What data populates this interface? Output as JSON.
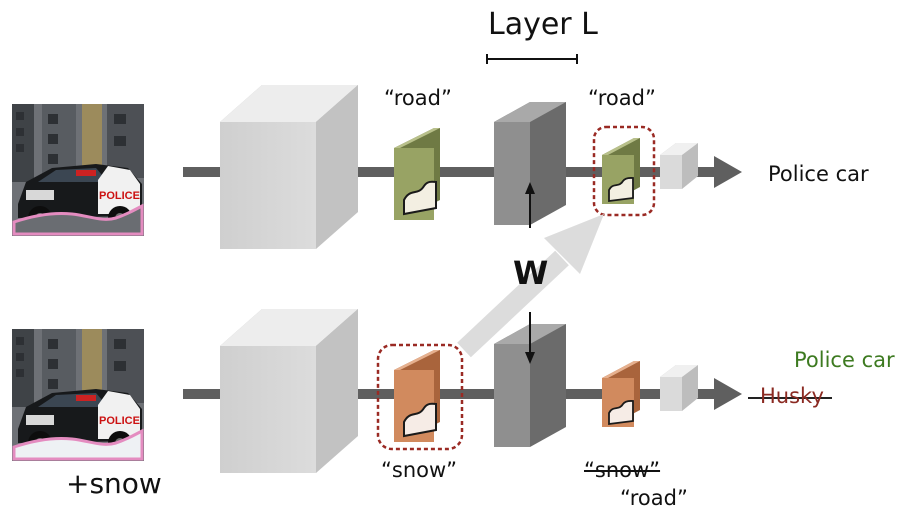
{
  "layer_label": "Layer L",
  "weight_label": "W",
  "top_row": {
    "concept_before": "“road”",
    "concept_after": "“road”",
    "output": "Police car"
  },
  "bottom_row": {
    "concept_before": "“snow”",
    "concept_after_struck": "“snow”",
    "concept_after": "“road”",
    "output_struck": "Husky",
    "output_new": "Police car",
    "input_caption": "+snow"
  },
  "image_text": "POLICE",
  "colors": {
    "road_feature": "#98a364",
    "snow_feature": "#d18a5e",
    "highlight_box": "#9a2a24",
    "new_label": "#3d7a20",
    "struck_label": "#8b2a22",
    "mask_outline": "#e48cc0",
    "big_block": "#d0d0d0",
    "layer_block": "#8f8f8f",
    "pipeline": "#5f5f5f",
    "edit_arrow": "#dcdcdc"
  }
}
